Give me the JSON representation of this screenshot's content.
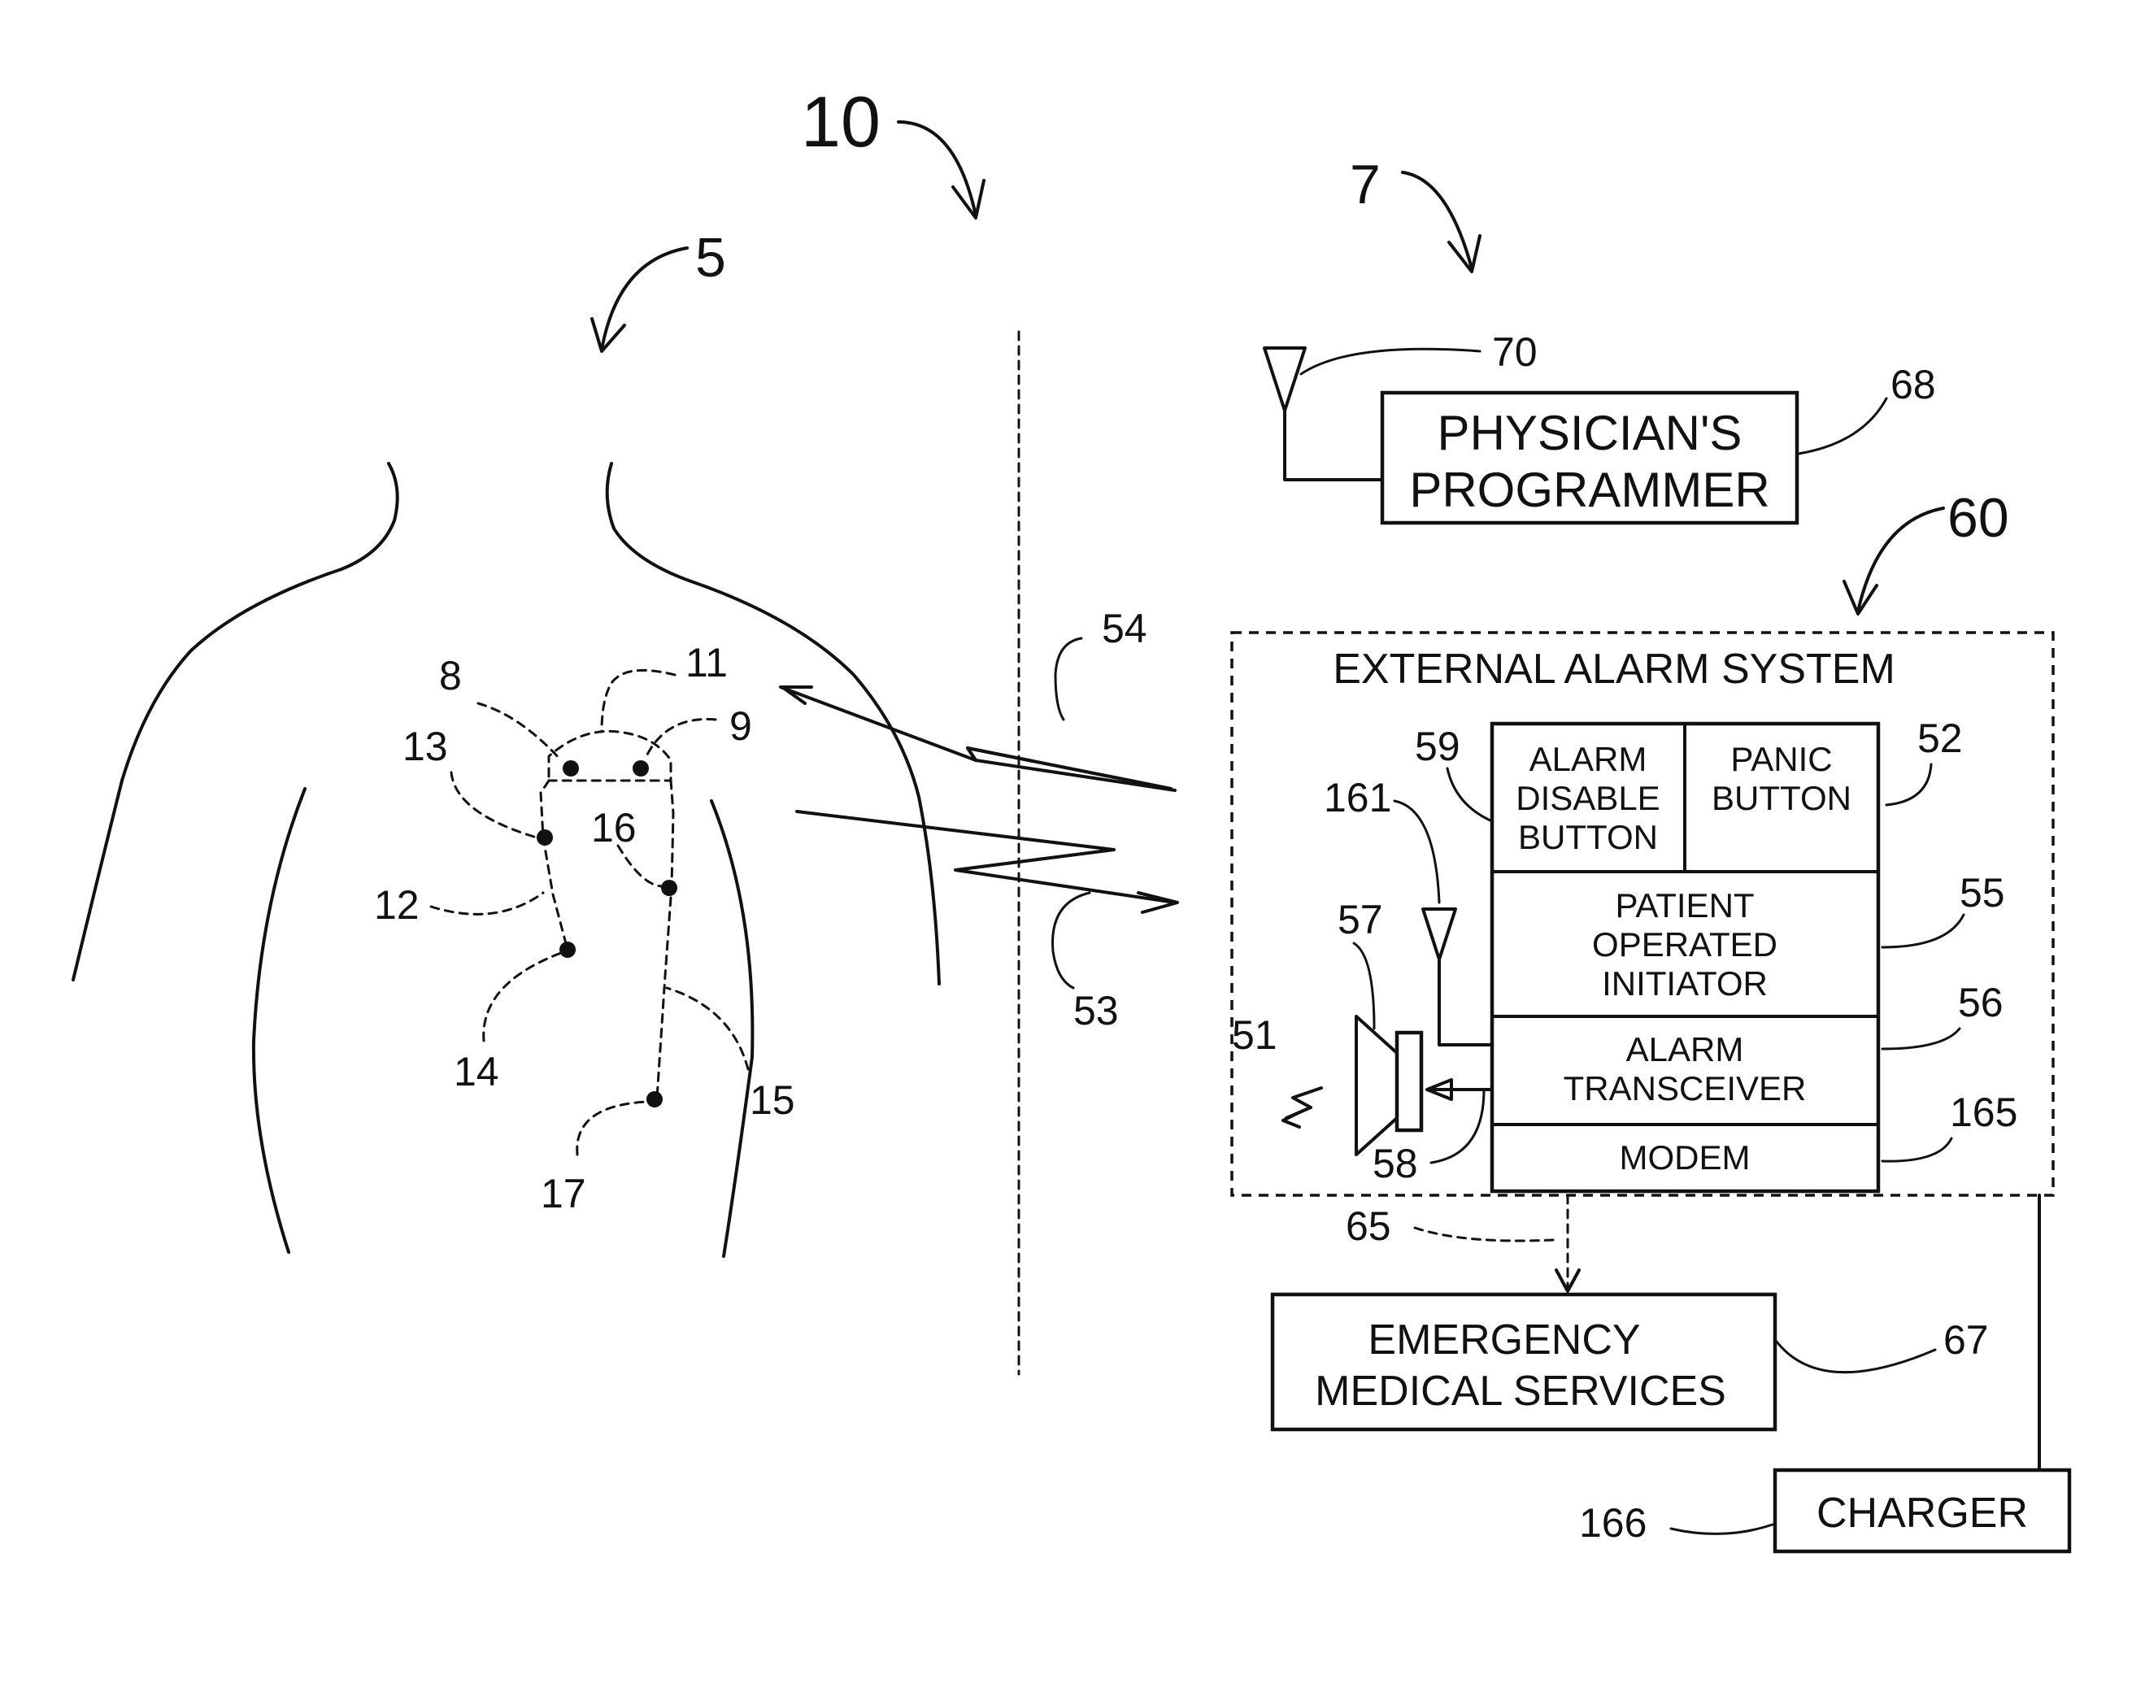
{
  "refs": {
    "system": "10",
    "patient": "5",
    "external": "7",
    "ref_70": "70",
    "ref_68": "68",
    "ref_60": "60",
    "ref_8": "8",
    "ref_11": "11",
    "ref_9": "9",
    "ref_13": "13",
    "ref_16": "16",
    "ref_12": "12",
    "ref_14": "14",
    "ref_15": "15",
    "ref_17": "17",
    "ref_54": "54",
    "ref_53": "53",
    "ref_59": "59",
    "ref_52": "52",
    "ref_161": "161",
    "ref_55": "55",
    "ref_57": "57",
    "ref_56": "56",
    "ref_51": "51",
    "ref_165": "165",
    "ref_58": "58",
    "ref_65": "65",
    "ref_67": "67",
    "ref_166": "166"
  },
  "labels": {
    "programmer_line1": "PHYSICIAN'S",
    "programmer_line2": "PROGRAMMER",
    "alarm_system_title": "EXTERNAL ALARM SYSTEM",
    "alarm_disable_1": "ALARM",
    "alarm_disable_2": "DISABLE",
    "alarm_disable_3": "BUTTON",
    "panic_1": "PANIC",
    "panic_2": "BUTTON",
    "initiator_1": "PATIENT",
    "initiator_2": "OPERATED",
    "initiator_3": "INITIATOR",
    "transceiver_1": "ALARM",
    "transceiver_2": "TRANSCEIVER",
    "modem": "MODEM",
    "ems_1": "EMERGENCY",
    "ems_2": "MEDICAL SERVICES",
    "charger": "CHARGER"
  }
}
